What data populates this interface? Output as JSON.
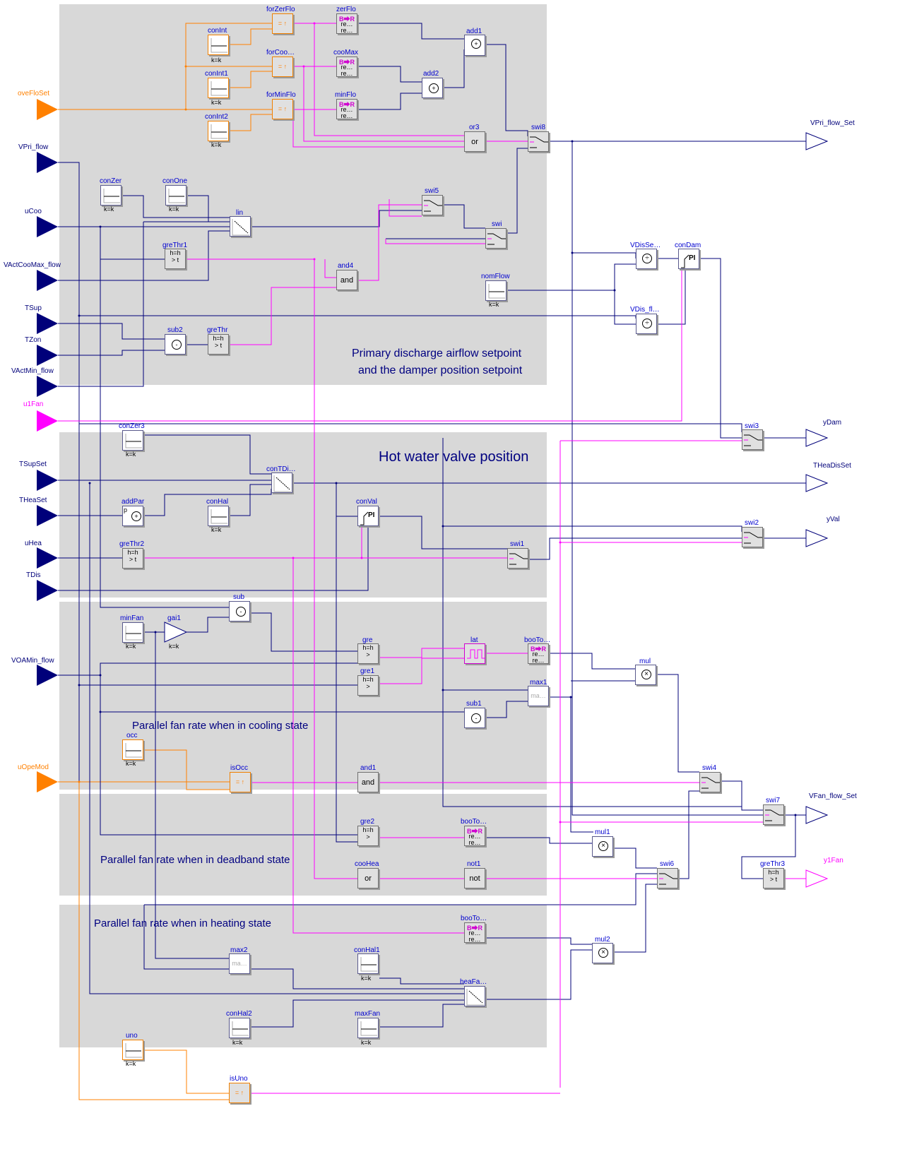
{
  "colors": {
    "real": "#00007a",
    "bool": "#ff00ff",
    "int": "#ff8000",
    "region": "#d8d8d8",
    "label": "#0000d0"
  },
  "titles": {
    "primary_line1": "Primary discharge airflow setpoint",
    "primary_line2": "and the damper position setpoint",
    "hot_water": "Hot water valve position",
    "cooling": "Parallel fan rate when in cooling state",
    "deadband": "Parallel fan rate when in deadband state",
    "heating": "Parallel fan rate when in heating state"
  },
  "inputs": {
    "oveFloSet": "oveFloSet",
    "VPri_flow": "VPri_flow",
    "uCoo": "uCoo",
    "VActCooMax_flow": "VActCooMax_flow",
    "TSup": "TSup",
    "TZon": "TZon",
    "VActMin_flow": "VActMin_flow",
    "u1Fan": "u1Fan",
    "TSupSet": "TSupSet",
    "THeaSet": "THeaSet",
    "uHea": "uHea",
    "TDis": "TDis",
    "VOAMin_flow": "VOAMin_flow",
    "uOpeMod": "uOpeMod"
  },
  "outputs": {
    "VPri_flow_Set": "VPri_flow_Set",
    "yDam": "yDam",
    "THeaDisSet": "THeaDisSet",
    "yVal": "yVal",
    "VFan_flow_Set": "VFan_flow_Set",
    "y1Fan": "y1Fan"
  },
  "blocks": {
    "forZerFlo": {
      "name": "forZerFlo",
      "icon": "= ↑"
    },
    "forCoo": {
      "name": "forCoo…",
      "icon": "= ↑"
    },
    "forMinFlo": {
      "name": "forMinFlo",
      "icon": "= ↑"
    },
    "conInt": {
      "name": "conInt",
      "param": "k=k"
    },
    "conInt1": {
      "name": "conInt1",
      "param": "k=k"
    },
    "conInt2": {
      "name": "conInt2",
      "param": "k=k"
    },
    "zerFlo": {
      "name": "zerFlo",
      "head": "B⮕R",
      "body1": "re…",
      "body2": "re…"
    },
    "cooMax": {
      "name": "cooMax",
      "head": "B⮕R",
      "body1": "re…",
      "body2": "re…"
    },
    "minFlo": {
      "name": "minFlo",
      "head": "B⮕R",
      "body1": "re…",
      "body2": "re…"
    },
    "add1": {
      "name": "add1",
      "icon": "+"
    },
    "add2": {
      "name": "add2",
      "icon": "+"
    },
    "or3": {
      "name": "or3",
      "icon": "or"
    },
    "swi8": {
      "name": "swi8"
    },
    "conZer": {
      "name": "conZer",
      "param": "k=k"
    },
    "conOne": {
      "name": "conOne",
      "param": "k=k"
    },
    "lin": {
      "name": "lin"
    },
    "swi5": {
      "name": "swi5"
    },
    "swi": {
      "name": "swi"
    },
    "greThr1": {
      "name": "greThr1",
      "h": "h=h",
      "op": "> t"
    },
    "and4": {
      "name": "and4",
      "icon": "and"
    },
    "nomFlow": {
      "name": "nomFlow",
      "param": "k=k"
    },
    "VDisSe": {
      "name": "VDisSe…",
      "icon": "÷"
    },
    "conDam": {
      "name": "conDam",
      "icon": "PI"
    },
    "VDis_fl": {
      "name": "VDis_fl…",
      "icon": "÷"
    },
    "sub2": {
      "name": "sub2",
      "icon": "-"
    },
    "greThr": {
      "name": "greThr",
      "h": "h=h",
      "op": "> t"
    },
    "conZer3": {
      "name": "conZer3",
      "param": "k=k"
    },
    "conTDi": {
      "name": "conTDi…"
    },
    "swi3": {
      "name": "swi3"
    },
    "addPar": {
      "name": "addPar",
      "icon": "+",
      "p": "p"
    },
    "conHal": {
      "name": "conHal",
      "param": "k=k"
    },
    "conVal": {
      "name": "conVal",
      "icon": "PI"
    },
    "swi2": {
      "name": "swi2"
    },
    "greThr2": {
      "name": "greThr2",
      "h": "h=h",
      "op": "> t"
    },
    "swi1": {
      "name": "swi1"
    },
    "sub": {
      "name": "sub",
      "icon": "-"
    },
    "minFan": {
      "name": "minFan",
      "param": "k=k"
    },
    "gai1": {
      "name": "gai1",
      "param": "k=k"
    },
    "gre": {
      "name": "gre",
      "h": "h=h",
      "op": ">"
    },
    "lat": {
      "name": "lat"
    },
    "booTo1": {
      "name": "booTo…",
      "head": "B⮕R",
      "body1": "re…",
      "body2": "re…"
    },
    "mul": {
      "name": "mul",
      "icon": "×"
    },
    "gre1": {
      "name": "gre1",
      "h": "h=h",
      "op": ">"
    },
    "max1": {
      "name": "max1",
      "icon": "ma…"
    },
    "sub1": {
      "name": "sub1",
      "icon": "-"
    },
    "occ": {
      "name": "occ",
      "param": "k=k"
    },
    "isOcc": {
      "name": "isOcc",
      "icon": "= ↑"
    },
    "and1": {
      "name": "and1",
      "icon": "and"
    },
    "swi4": {
      "name": "swi4"
    },
    "swi7": {
      "name": "swi7"
    },
    "gre2": {
      "name": "gre2",
      "h": "h=h",
      "op": ">"
    },
    "booTo2": {
      "name": "booTo…",
      "head": "B⮕R",
      "body1": "re…",
      "body2": "re…"
    },
    "mul1": {
      "name": "mul1",
      "icon": "×"
    },
    "cooHea": {
      "name": "cooHea",
      "icon": "or"
    },
    "not1": {
      "name": "not1",
      "icon": "not"
    },
    "swi6": {
      "name": "swi6"
    },
    "greThr3": {
      "name": "greThr3",
      "h": "h=h",
      "op": "> t"
    },
    "booTo3": {
      "name": "booTo…",
      "head": "B⮕R",
      "body1": "re…",
      "body2": "re…"
    },
    "mul2": {
      "name": "mul2",
      "icon": "×"
    },
    "max2": {
      "name": "max2",
      "icon": "ma…"
    },
    "conHal1": {
      "name": "conHal1",
      "param": "k=k"
    },
    "heaFa": {
      "name": "heaFa…"
    },
    "conHal2": {
      "name": "conHal2",
      "param": "k=k"
    },
    "maxFan": {
      "name": "maxFan",
      "param": "k=k"
    },
    "uno": {
      "name": "uno",
      "param": "k=k"
    },
    "isUno": {
      "name": "isUno",
      "icon": "= ↑"
    }
  }
}
